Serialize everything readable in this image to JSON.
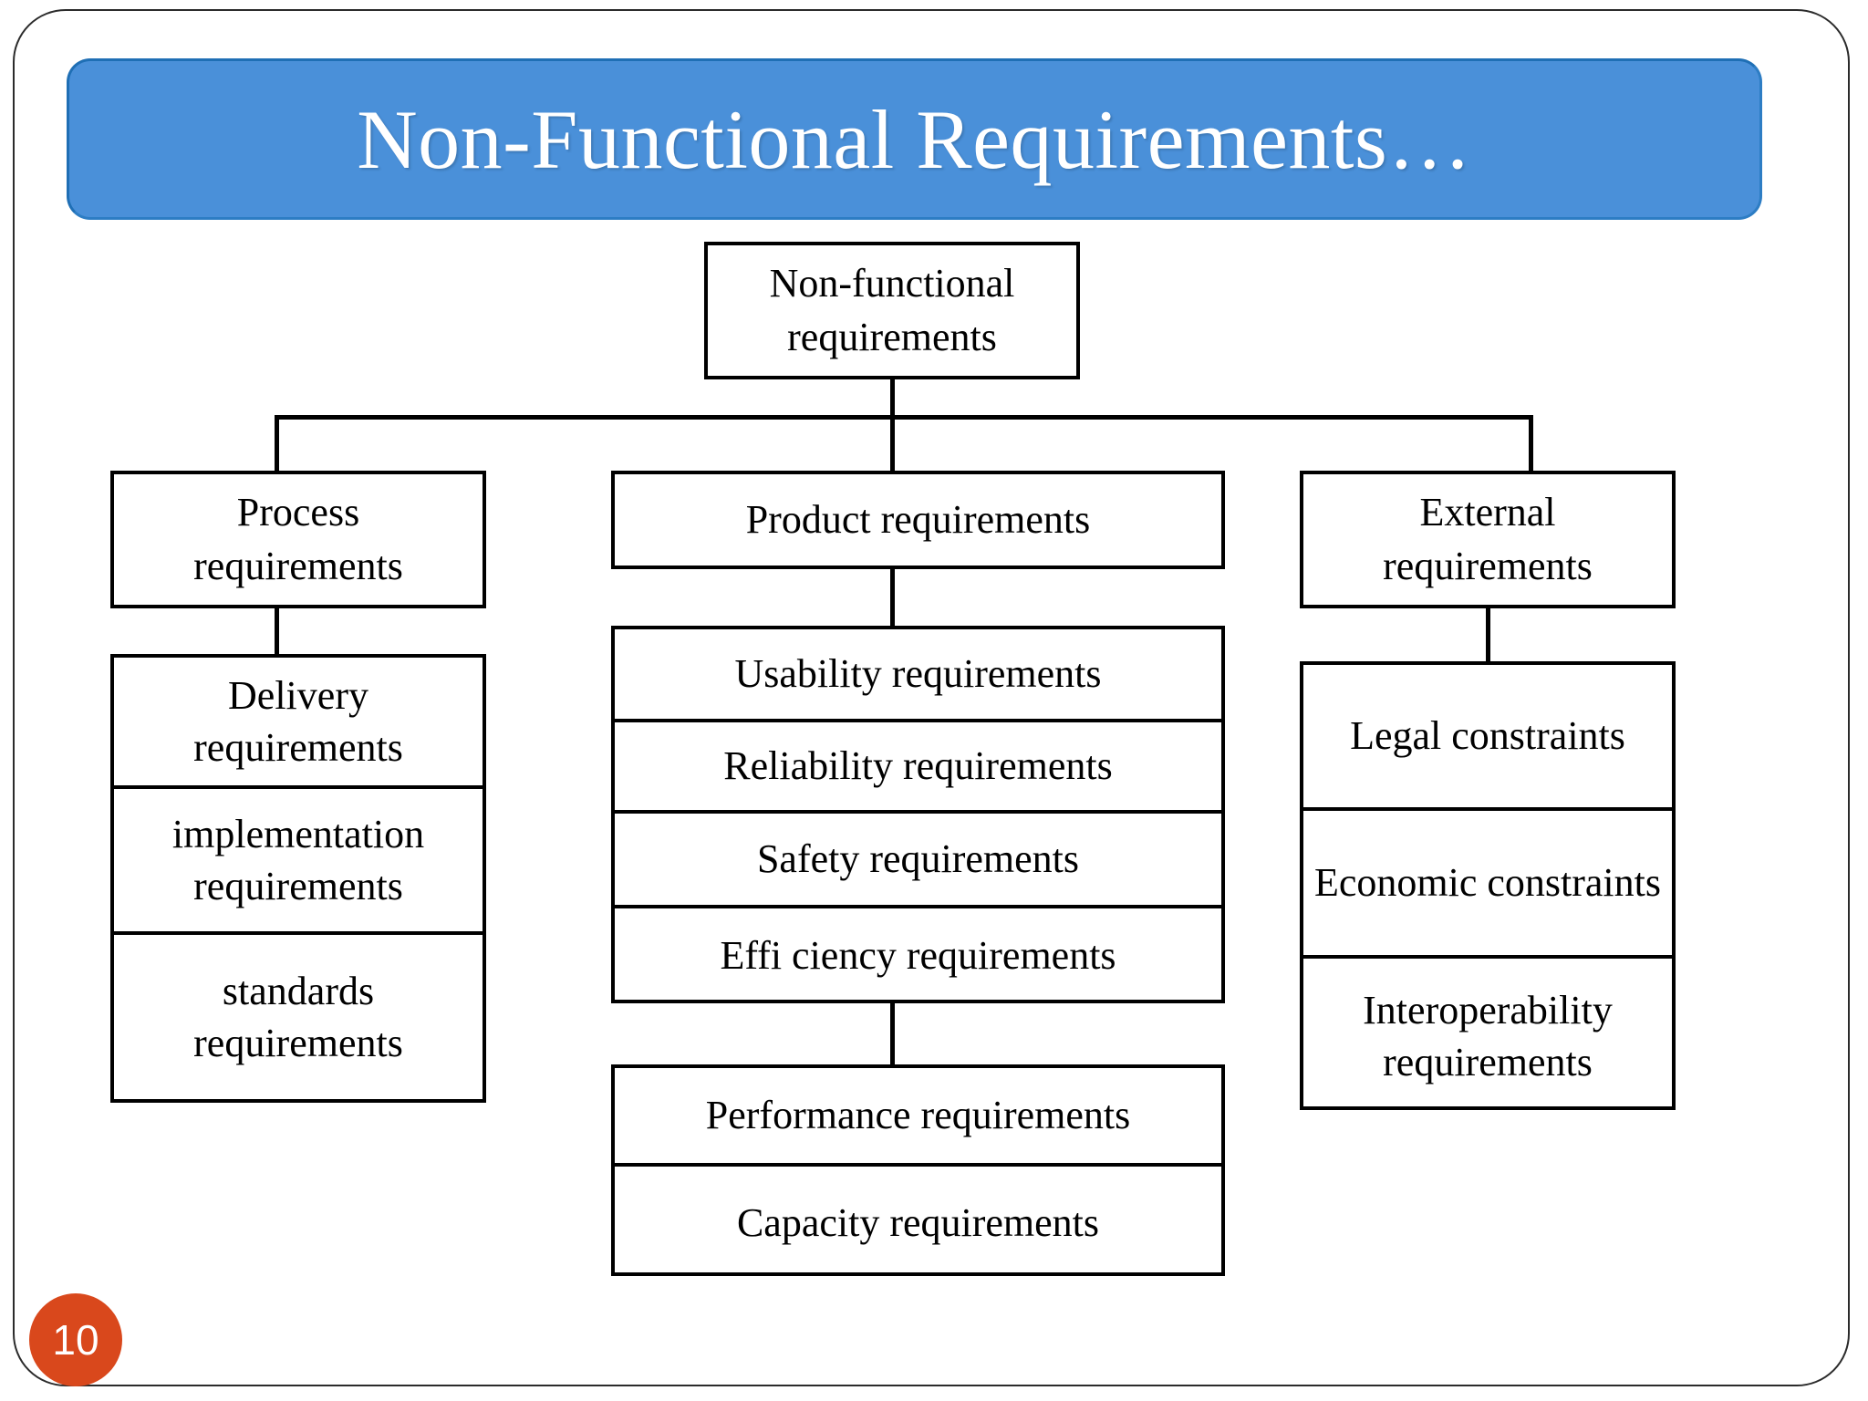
{
  "slide": {
    "title": "Non-Functional Requirements…",
    "page_number": "10",
    "accent_color": "#4a90d9",
    "badge_color": "#D9481C"
  },
  "diagram": {
    "type": "tree",
    "root": "Non-functional requirements",
    "root_line1": "Non-functional",
    "root_line2": "requirements",
    "branches": [
      {
        "id": "process",
        "header_line1": "Process",
        "header_line2": "requirements",
        "children": [
          "Delivery requirements",
          "implementation requirements",
          "standards requirements"
        ]
      },
      {
        "id": "product",
        "header_line1": "Product requirements",
        "header_line2": "",
        "children": [
          "Usability requirements",
          "Reliability requirements",
          "Safety requirements",
          "Effi ciency requirements"
        ],
        "children_group2": [
          "Performance requirements",
          "Capacity requirements"
        ]
      },
      {
        "id": "external",
        "header_line1": "External",
        "header_line2": "requirements",
        "children": [
          "Legal constraints",
          "Economic constraints",
          "Interoperability requirements"
        ]
      }
    ]
  }
}
